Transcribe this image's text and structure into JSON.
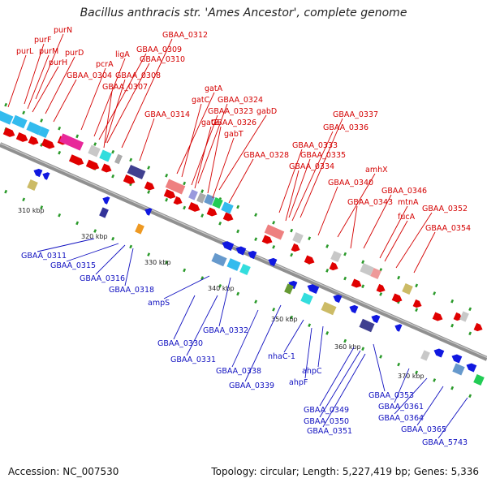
{
  "title": "Bacillus anthracis str. 'Ames Ancestor', complete genome",
  "footer": {
    "accession": "Accession: NC_007530",
    "topology": "Topology: circular; Length: 5,227,419 bp; Genes: 5,336"
  },
  "colors": {
    "forward": "#e00000",
    "reverse": "#1018e0",
    "backbone": "#909090",
    "label_top": "#d40000",
    "label_bottom": "#1010c0"
  },
  "ticks": [
    "310 kbp",
    "320 kbp",
    "330 kbp",
    "340 kbp",
    "350 kbp",
    "360 kbp",
    "370 kbp"
  ],
  "labels_top": [
    "purN",
    "purF",
    "purL",
    "purM",
    "purH",
    "purD",
    "GBAA_0304",
    "pcrA",
    "ligA",
    "GBAA_0309",
    "GBAA_0310",
    "GBAA_0308",
    "GBAA_0307",
    "GBAA_0312",
    "GBAA_0314",
    "gatA",
    "gatC",
    "GBAA_0324",
    "GBAA_0323",
    "gabD",
    "gatB",
    "GBAA_0326",
    "gabT",
    "GBAA_0328",
    "GBAA_0337",
    "GBAA_0336",
    "GBAA_0333",
    "GBAA_0335",
    "GBAA_0334",
    "amhX",
    "GBAA_0340",
    "GBAA_0346",
    "GBAA_0343",
    "mtnA",
    "GBAA_0352",
    "fucA",
    "GBAA_0354"
  ],
  "labels_bottom": [
    "GBAA_0311",
    "GBAA_0315",
    "GBAA_0316",
    "GBAA_0318",
    "ampS",
    "GBAA_0332",
    "GBAA_0330",
    "GBAA_0331",
    "nhaC-1",
    "GBAA_0338",
    "GBAA_0339",
    "ahpC",
    "ahpF",
    "GBAA_0353",
    "GBAA_0349",
    "GBAA_0361",
    "GBAA_0350",
    "GBAA_0364",
    "GBAA_0351",
    "GBAA_0365",
    "GBAA_5743"
  ]
}
